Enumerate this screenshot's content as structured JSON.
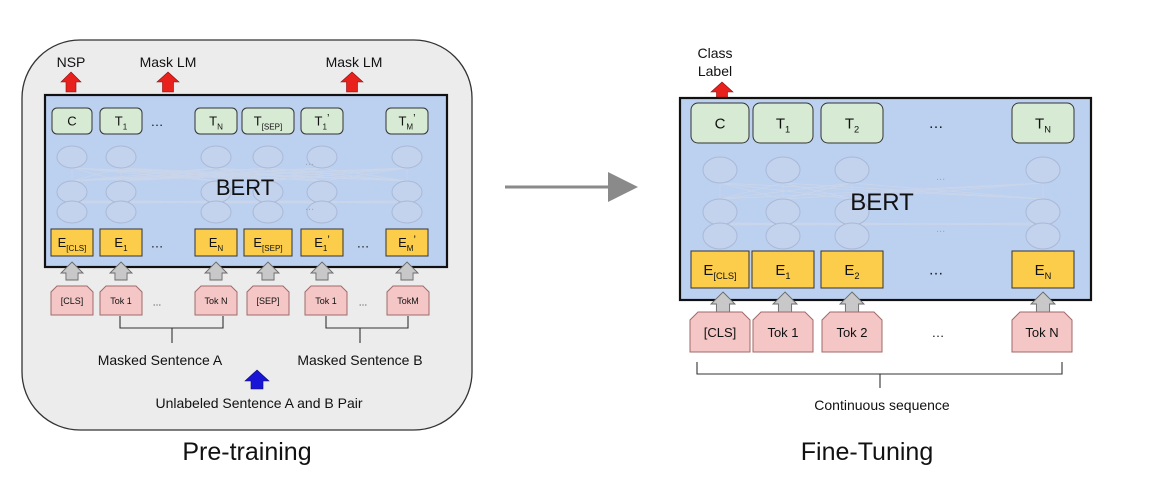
{
  "pretraining": {
    "caption": "Pre-training",
    "model_label": "BERT",
    "heads": {
      "nsp": "NSP",
      "mask_lm_1": "Mask LM",
      "mask_lm_2": "Mask LM"
    },
    "output_tokens": [
      "C",
      "T",
      "…",
      "T",
      "T",
      "T",
      "T"
    ],
    "output_subs": [
      "",
      "1",
      "",
      "N",
      "[SEP]",
      "1",
      "M"
    ],
    "output_primes": [
      "",
      "",
      "",
      "",
      "",
      "’",
      "’"
    ],
    "embed_tokens": [
      "E",
      "E",
      "…",
      "E",
      "E",
      "E",
      "…",
      "E"
    ],
    "embed_subs": [
      "[CLS]",
      "1",
      "",
      "N",
      "[SEP]",
      "1",
      "",
      "M"
    ],
    "embed_primes": [
      "",
      "",
      "",
      "",
      "",
      "’",
      "",
      "’"
    ],
    "input_tokens": [
      "[CLS]",
      "Tok 1",
      "…",
      "Tok N",
      "[SEP]",
      "Tok 1",
      "…",
      "TokM"
    ],
    "sentence_a": "Masked Sentence A",
    "sentence_b": "Masked Sentence B",
    "pair_label": "Unlabeled Sentence A and B Pair",
    "faded_dots": "...",
    "colors": {
      "head_arrow": "#e8211c",
      "pair_arrow": "#1a14d6"
    }
  },
  "finetuning": {
    "caption": "Fine-Tuning",
    "model_label": "BERT",
    "class_label": [
      "Class",
      "Label"
    ],
    "output_tokens": [
      "C",
      "T",
      "T",
      "…",
      "T"
    ],
    "output_subs": [
      "",
      "1",
      "2",
      "",
      "N"
    ],
    "embed_tokens": [
      "E",
      "E",
      "E",
      "…",
      "E"
    ],
    "embed_subs": [
      "[CLS]",
      "1",
      "2",
      "",
      "N"
    ],
    "input_tokens": [
      "[CLS]",
      "Tok 1",
      "Tok 2",
      "…",
      "Tok N"
    ],
    "sequence_label": "Continuous sequence",
    "faded_dots": "..."
  },
  "colors": {
    "panel_bg": "#ececec",
    "model_bg": "#bcd0f0",
    "output_box": "#d7ead3",
    "embed_box": "#fbcd4a",
    "input_box": "#f4c6c6",
    "transition_arrow": "#8a8a8a"
  }
}
